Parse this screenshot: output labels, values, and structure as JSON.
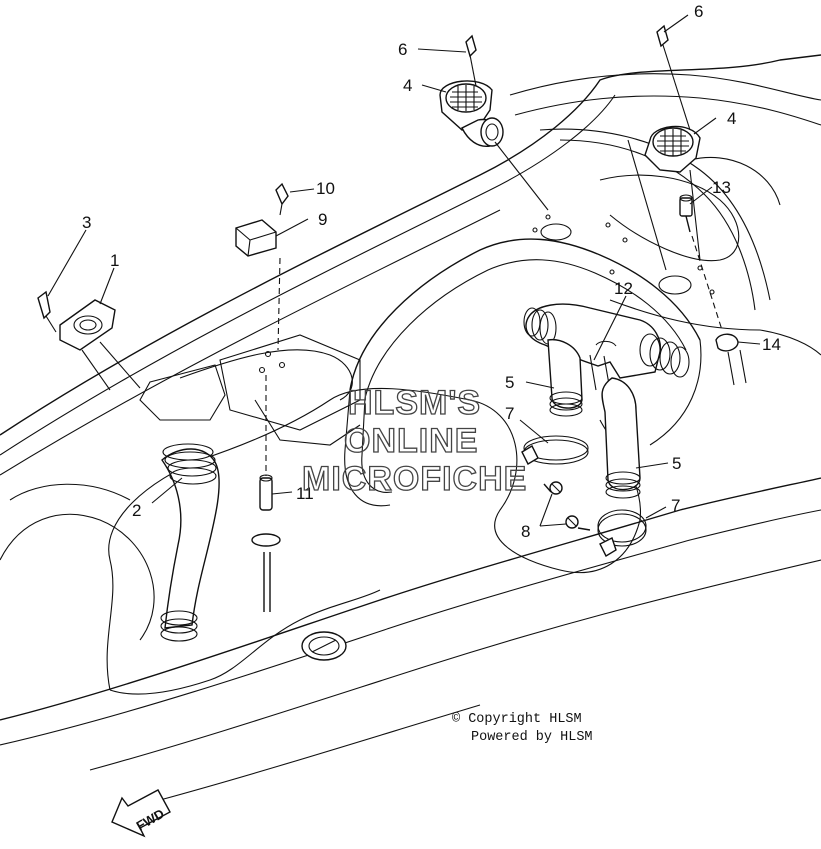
{
  "callouts": {
    "c1": "1",
    "c2": "2",
    "c3": "3",
    "c4a": "4",
    "c4b": "4",
    "c5a": "5",
    "c5b": "5",
    "c6a": "6",
    "c6b": "6",
    "c7a": "7",
    "c7b": "7",
    "c8": "8",
    "c9": "9",
    "c10": "10",
    "c11": "11",
    "c12": "12",
    "c13": "13",
    "c14": "14"
  },
  "watermark": {
    "line1": "HLSM'S",
    "line2": "ONLINE",
    "line3": "MICROFICHE"
  },
  "copyright": {
    "line1": "© Copyright HLSM",
    "line2": "Powered by HLSM"
  },
  "fwd_label": "FWD"
}
